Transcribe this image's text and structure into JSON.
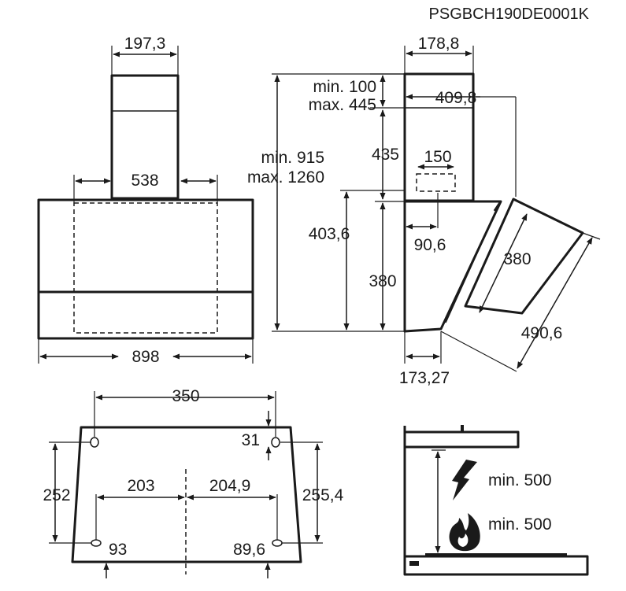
{
  "header": {
    "model_code": "PSGBCH190DE0001K"
  },
  "front_view": {
    "chimney_width": "197,3",
    "bracket_spacing": "538",
    "hood_width": "898"
  },
  "side_view": {
    "chimney_depth": "178,8",
    "gap_min": "min. 100",
    "gap_max": "max. 445",
    "overall_depth": "409,8",
    "chimney_lower": "435",
    "outlet_width": "150",
    "height_min": "min. 915",
    "height_max": "max. 1260",
    "body_height": "403,6",
    "outlet_offset": "90,6",
    "hood_height": "380",
    "panel_height": "380",
    "panel_length": "490,6",
    "base_depth": "173,27"
  },
  "mounting_view": {
    "hole_spacing": "350",
    "hole_offset": "31",
    "left_height": "252",
    "right_height": "255,4",
    "left_to_center": "203",
    "right_to_center": "204,9",
    "left_bottom": "93",
    "right_bottom": "89,6"
  },
  "clearance_view": {
    "electric_hob_min": "min. 500",
    "gas_hob_min": "min. 500"
  },
  "icons": [
    "lightning-icon",
    "flame-icon",
    "hood-icon"
  ]
}
